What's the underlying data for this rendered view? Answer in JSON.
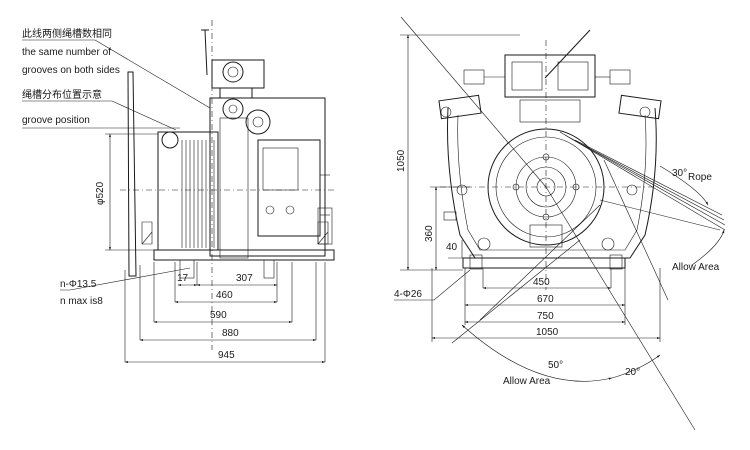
{
  "left_view": {
    "note1_cn": "此线两侧绳槽数相同",
    "note1_en_line1": "the same number of",
    "note1_en_line2": "grooves on both sides",
    "note2_cn": "绳槽分布位置示意",
    "note2_en": "groove position",
    "hole_label": "n-Φ13.5",
    "hole_max": "n max is8",
    "dim_dia": "φ520",
    "dim_17": "17",
    "dim_307": "307",
    "dim_460": "460",
    "dim_590": "590",
    "dim_880": "880",
    "dim_945": "945"
  },
  "right_view": {
    "dim_1050_v": "1050",
    "dim_360": "360",
    "dim_40": "40",
    "dim_450": "450",
    "dim_670": "670",
    "dim_750": "750",
    "dim_1050_h": "1050",
    "bolt_label": "4-Φ26",
    "angle_30": "30°",
    "rope_label": "Rope",
    "allow_area_right": "Allow Area",
    "angle_50": "50°",
    "angle_20": "20°",
    "allow_area_bottom": "Allow Area"
  }
}
